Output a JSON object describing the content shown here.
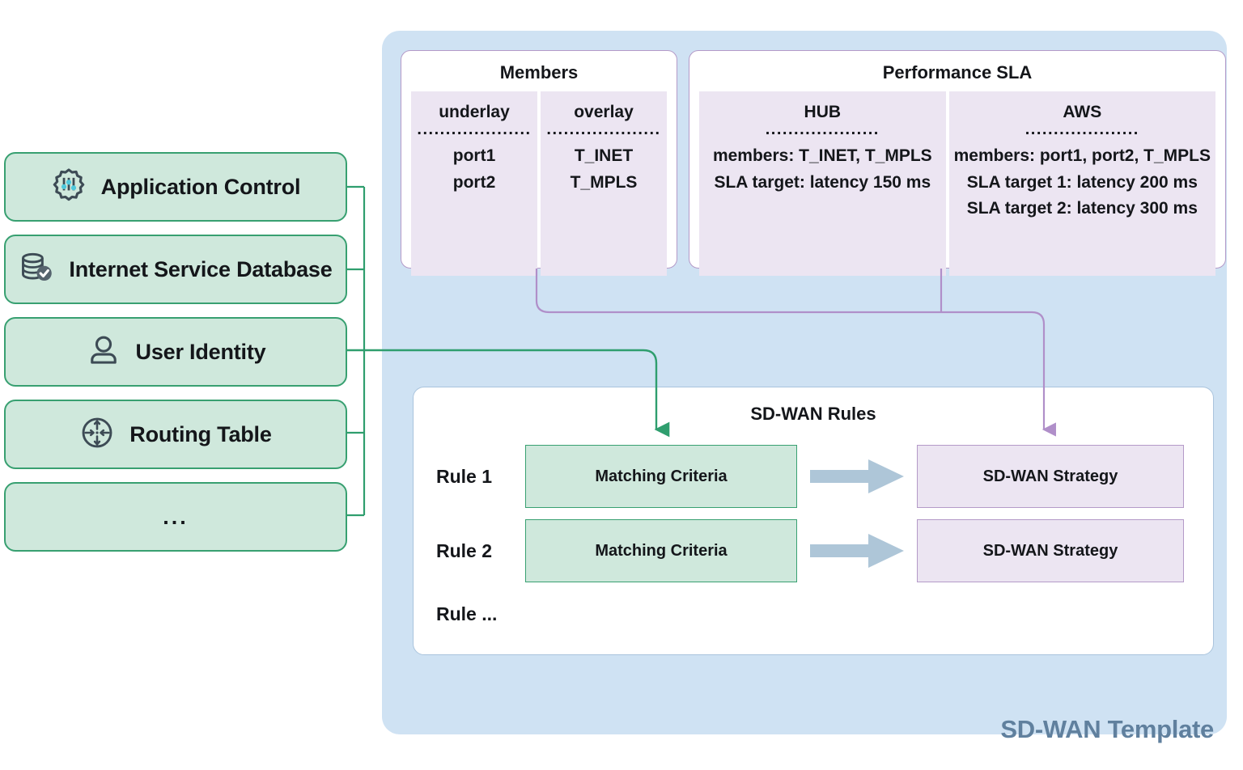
{
  "sources": {
    "items": [
      {
        "label": "Application Control",
        "icon": "app-control-gear-icon"
      },
      {
        "label": "Internet Service Database",
        "icon": "database-check-icon"
      },
      {
        "label": "User Identity",
        "icon": "user-icon"
      },
      {
        "label": "Routing Table",
        "icon": "routing-compass-icon"
      },
      {
        "label": "...",
        "icon": "none"
      }
    ]
  },
  "template": {
    "title": "SD-WAN Template",
    "accent_blue": "#cfe2f3",
    "title_color": "#60809e"
  },
  "members_card": {
    "title": "Members",
    "columns": [
      {
        "heading": "underlay",
        "divider": "....................",
        "values": [
          "port1",
          "port2"
        ]
      },
      {
        "heading": "overlay",
        "divider": "....................",
        "values": [
          "T_INET",
          "T_MPLS"
        ]
      }
    ]
  },
  "sla_card": {
    "title": "Performance SLA",
    "columns": [
      {
        "heading": "HUB",
        "divider": "....................",
        "values": [
          "members: T_INET, T_MPLS",
          "SLA target: latency 150 ms"
        ]
      },
      {
        "heading": "AWS",
        "divider": "....................",
        "values": [
          "members: port1, port2, T_MPLS",
          "SLA target 1: latency 200 ms",
          "SLA target 2: latency 300 ms"
        ]
      }
    ]
  },
  "rules_card": {
    "title": "SD-WAN Rules",
    "rows": [
      {
        "label": "Rule 1",
        "match": "Matching Criteria",
        "strategy": "SD-WAN Strategy"
      },
      {
        "label": "Rule 2",
        "match": "Matching Criteria",
        "strategy": "SD-WAN Strategy"
      }
    ],
    "more_label": "Rule ..."
  },
  "colors": {
    "green_fill": "#cfe8dc",
    "green_stroke": "#38a071",
    "purple_fill": "#ece5f2",
    "purple_stroke": "#b49ac8",
    "arrow_blue": "#aec6d8",
    "panel_blue": "#cfe2f3"
  }
}
